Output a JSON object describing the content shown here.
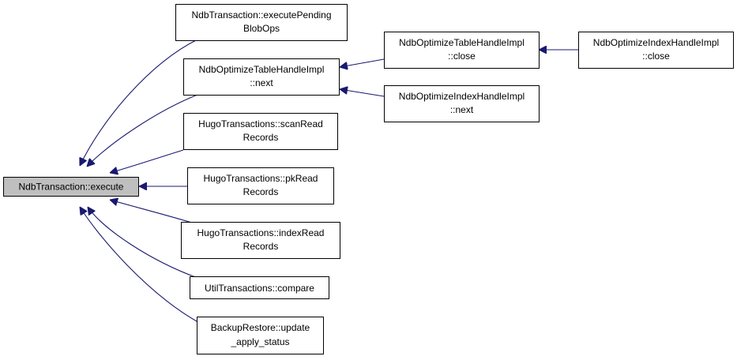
{
  "colors": {
    "edge": "#191970",
    "root_fill": "#bfbfbf",
    "node_fill": "#ffffff",
    "node_border": "#000000"
  },
  "nodes": {
    "root": {
      "lines": [
        "NdbTransaction::execute"
      ]
    },
    "execute_pending": {
      "lines": [
        "NdbTransaction::executePending",
        "BlobOps"
      ]
    },
    "opt_table_next": {
      "lines": [
        "NdbOptimizeTableHandleImpl",
        "::next"
      ]
    },
    "scan_read": {
      "lines": [
        "HugoTransactions::scanRead",
        "Records"
      ]
    },
    "pk_read": {
      "lines": [
        "HugoTransactions::pkRead",
        "Records"
      ]
    },
    "index_read": {
      "lines": [
        "HugoTransactions::indexRead",
        "Records"
      ]
    },
    "util_compare": {
      "lines": [
        "UtilTransactions::compare"
      ]
    },
    "backup_update": {
      "lines": [
        "BackupRestore::update",
        "_apply_status"
      ]
    },
    "opt_table_close": {
      "lines": [
        "NdbOptimizeTableHandleImpl",
        "::close"
      ]
    },
    "opt_index_next": {
      "lines": [
        "NdbOptimizeIndexHandleImpl",
        "::next"
      ]
    },
    "opt_index_close": {
      "lines": [
        "NdbOptimizeIndexHandleImpl",
        "::close"
      ]
    }
  },
  "edges": [
    {
      "from": "execute_pending",
      "to": "root"
    },
    {
      "from": "opt_table_next",
      "to": "root"
    },
    {
      "from": "scan_read",
      "to": "root"
    },
    {
      "from": "pk_read",
      "to": "root"
    },
    {
      "from": "index_read",
      "to": "root"
    },
    {
      "from": "util_compare",
      "to": "root"
    },
    {
      "from": "backup_update",
      "to": "root"
    },
    {
      "from": "opt_table_close",
      "to": "opt_table_next"
    },
    {
      "from": "opt_index_next",
      "to": "opt_table_next"
    },
    {
      "from": "opt_index_close",
      "to": "opt_table_close"
    }
  ]
}
